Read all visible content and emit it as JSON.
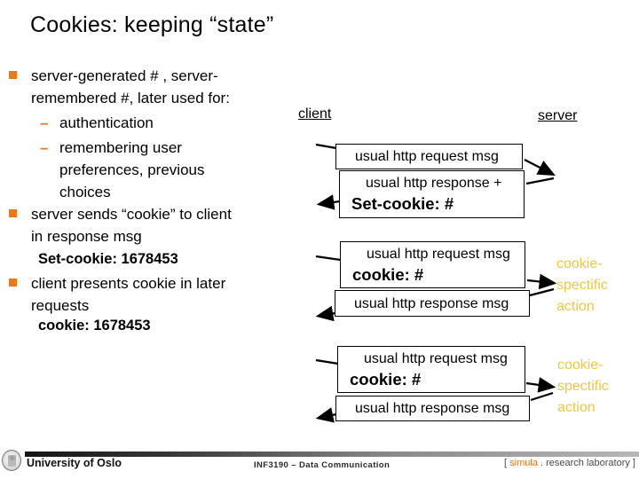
{
  "slide": {
    "title": "Cookies: keeping “state”"
  },
  "bullets": {
    "b1": "server-generated # , server-\nremembered #, later used for:",
    "b1_sub1": "authentication",
    "b1_sub2": "remembering user\npreferences, previous\nchoices",
    "b2": "server sends “cookie” to client\nin response msg",
    "b2_code": "Set-cookie: 1678453",
    "b3": "client presents cookie in later\nrequests",
    "b3_code": "cookie: 1678453"
  },
  "diagram": {
    "client_label": "client",
    "server_label": "server",
    "box1_line1": "usual http request msg",
    "box2_line1": "usual http response +",
    "box2_line2": "Set-cookie: #",
    "box3_line1": "usual http request msg",
    "box3_line2": "cookie: #",
    "box4_line1": "usual http response msg",
    "box5_line1": "usual http request msg",
    "box5_line2": "cookie: #",
    "box6_line1": "usual http response msg",
    "note1": "cookie-\nspectific\naction",
    "note2": "cookie-\nspectific\naction"
  },
  "footer": {
    "university": "University of Oslo",
    "course": "INF3190 – Data Communication",
    "lab_prefix": "[ ",
    "lab_brand": "simula",
    "lab_suffix": " . research laboratory ]"
  },
  "colors": {
    "accent_orange": "#e87a1e",
    "note_gold": "#edc843",
    "text_black": "#000000",
    "footer_gray": "#4a4a4a"
  }
}
